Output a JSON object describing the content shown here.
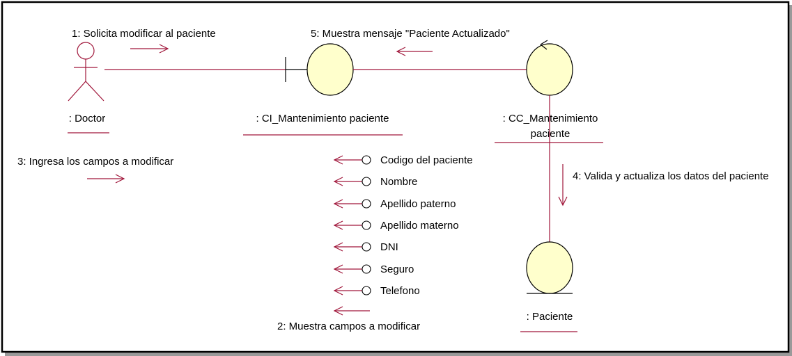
{
  "colors": {
    "line": "#a0163a",
    "object_fill": "#ffffcc",
    "object_stroke": "#000000",
    "frame": "#000000"
  },
  "messages": {
    "m1": "1: Solicita modificar al paciente",
    "m2": "2: Muestra campos a modificar",
    "m3": "3: Ingresa los campos a modificar",
    "m4": "4: Valida y actualiza los datos del paciente",
    "m5": "5: Muestra mensaje \"Paciente Actualizado\""
  },
  "objects": {
    "doctor": ": Doctor",
    "ci": ": CI_Mantenimiento paciente",
    "cc_line1": ": CC_Mantenimiento",
    "cc_line2": "paciente",
    "paciente": ": Paciente"
  },
  "fields": [
    "Codigo del paciente",
    "Nombre",
    "Apellido paterno",
    "Apellido materno",
    "DNI",
    "Seguro",
    "Telefono"
  ]
}
